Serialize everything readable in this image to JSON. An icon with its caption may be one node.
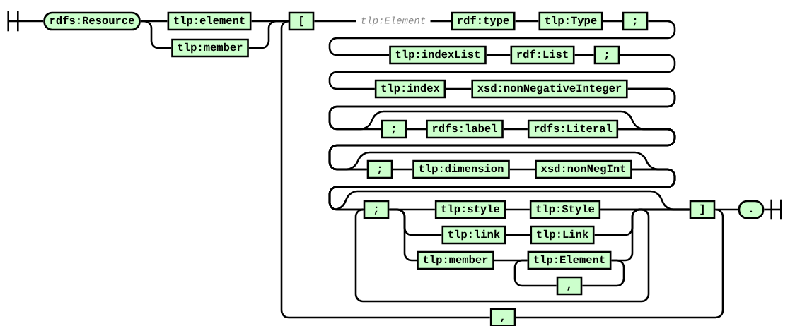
{
  "diagram": {
    "nodes": [
      {
        "text": [
          "rdfs:Resource"
        ]
      },
      {
        "text": [
          "tlp:element"
        ]
      },
      {
        "text": [
          "tlp:member"
        ]
      },
      {
        "text": [
          "["
        ]
      },
      {
        "text": [
          "tlp:Element"
        ]
      },
      {
        "text": [
          "rdf:type"
        ]
      },
      {
        "text": [
          "tlp:Type"
        ]
      },
      {
        "text": [
          ";"
        ]
      },
      {
        "text": [
          "tlp:indexList"
        ]
      },
      {
        "text": [
          "rdf:List"
        ]
      },
      {
        "text": [
          ";"
        ]
      },
      {
        "text": [
          "tlp:index"
        ]
      },
      {
        "text": [
          "xsd:nonNegativeInteger"
        ]
      },
      {
        "text": [
          ";"
        ]
      },
      {
        "text": [
          "rdfs:label"
        ]
      },
      {
        "text": [
          "rdfs:Literal"
        ]
      },
      {
        "text": [
          ";"
        ]
      },
      {
        "text": [
          "tlp:dimension"
        ]
      },
      {
        "text": [
          "xsd:nonNegInt"
        ]
      },
      {
        "text": [
          ";"
        ]
      },
      {
        "text": [
          "tlp:style"
        ]
      },
      {
        "text": [
          "tlp:Style"
        ]
      },
      {
        "text": [
          "tlp:link"
        ]
      },
      {
        "text": [
          "tlp:Link"
        ]
      },
      {
        "text": [
          "tlp:member"
        ]
      },
      {
        "text": [
          "tlp:Element"
        ]
      },
      {
        "text": [
          ","
        ]
      },
      {
        "text": [
          "]"
        ]
      },
      {
        "text": [
          ","
        ]
      },
      {
        "text": [
          "."
        ]
      },
      {
        "text": [],
        "shape": "bar"
      },
      {
        "text": [],
        "shape": "bar"
      }
    ],
    "edges": [
      {
        "from": 30,
        "to": 0,
        "arrow": "none"
      },
      {
        "from": 0,
        "to": 1,
        "arrow": "none"
      },
      {
        "from": 0,
        "to": 2,
        "arrow": "none"
      },
      {
        "from": 1,
        "to": 3,
        "arrow": "none"
      },
      {
        "from": 2,
        "to": 3,
        "arrow": "none"
      },
      {
        "from": 3,
        "to": 4,
        "arrow": "none"
      },
      {
        "from": 4,
        "to": 5,
        "arrow": "none"
      },
      {
        "from": 5,
        "to": 6,
        "arrow": "none"
      },
      {
        "from": 6,
        "to": 7,
        "arrow": "none"
      },
      {
        "from": 7,
        "to": 8,
        "arrow": "none"
      },
      {
        "from": 8,
        "to": 9,
        "arrow": "none"
      },
      {
        "from": 9,
        "to": 10,
        "arrow": "none"
      },
      {
        "from": 10,
        "to": 11,
        "arrow": "none"
      },
      {
        "from": 11,
        "to": 12,
        "arrow": "none"
      },
      {
        "from": 12,
        "to": 13,
        "arrow": "none"
      },
      {
        "from": 13,
        "to": 14,
        "arrow": "none"
      },
      {
        "from": 14,
        "to": 15,
        "arrow": "none"
      },
      {
        "from": 15,
        "to": 16,
        "arrow": "none"
      },
      {
        "from": 12,
        "to": 16,
        "arrow": "none"
      },
      {
        "from": 16,
        "to": 17,
        "arrow": "none"
      },
      {
        "from": 17,
        "to": 18,
        "arrow": "none"
      },
      {
        "from": 18,
        "to": 19,
        "arrow": "none"
      },
      {
        "from": 15,
        "to": 19,
        "arrow": "none"
      },
      {
        "from": 18,
        "to": 27,
        "arrow": "none"
      },
      {
        "from": 19,
        "to": 20,
        "arrow": "none"
      },
      {
        "from": 19,
        "to": 22,
        "arrow": "none"
      },
      {
        "from": 19,
        "to": 24,
        "arrow": "none"
      },
      {
        "from": 20,
        "to": 21,
        "arrow": "none"
      },
      {
        "from": 22,
        "to": 23,
        "arrow": "none"
      },
      {
        "from": 24,
        "to": 25,
        "arrow": "none"
      },
      {
        "from": 21,
        "to": 27,
        "arrow": "none"
      },
      {
        "from": 23,
        "to": 27,
        "arrow": "none"
      },
      {
        "from": 25,
        "to": 27,
        "arrow": "none"
      },
      {
        "from": 25,
        "to": 26,
        "arrow": "none"
      },
      {
        "from": 26,
        "to": 25,
        "arrow": "none"
      },
      {
        "from": 21,
        "to": 19,
        "arrow": "none"
      },
      {
        "from": 27,
        "to": 29,
        "arrow": "none"
      },
      {
        "from": 29,
        "to": 31,
        "arrow": "none"
      },
      {
        "from": 27,
        "to": 28,
        "arrow": "none"
      },
      {
        "from": 28,
        "to": 3,
        "arrow": "none"
      }
    ]
  }
}
